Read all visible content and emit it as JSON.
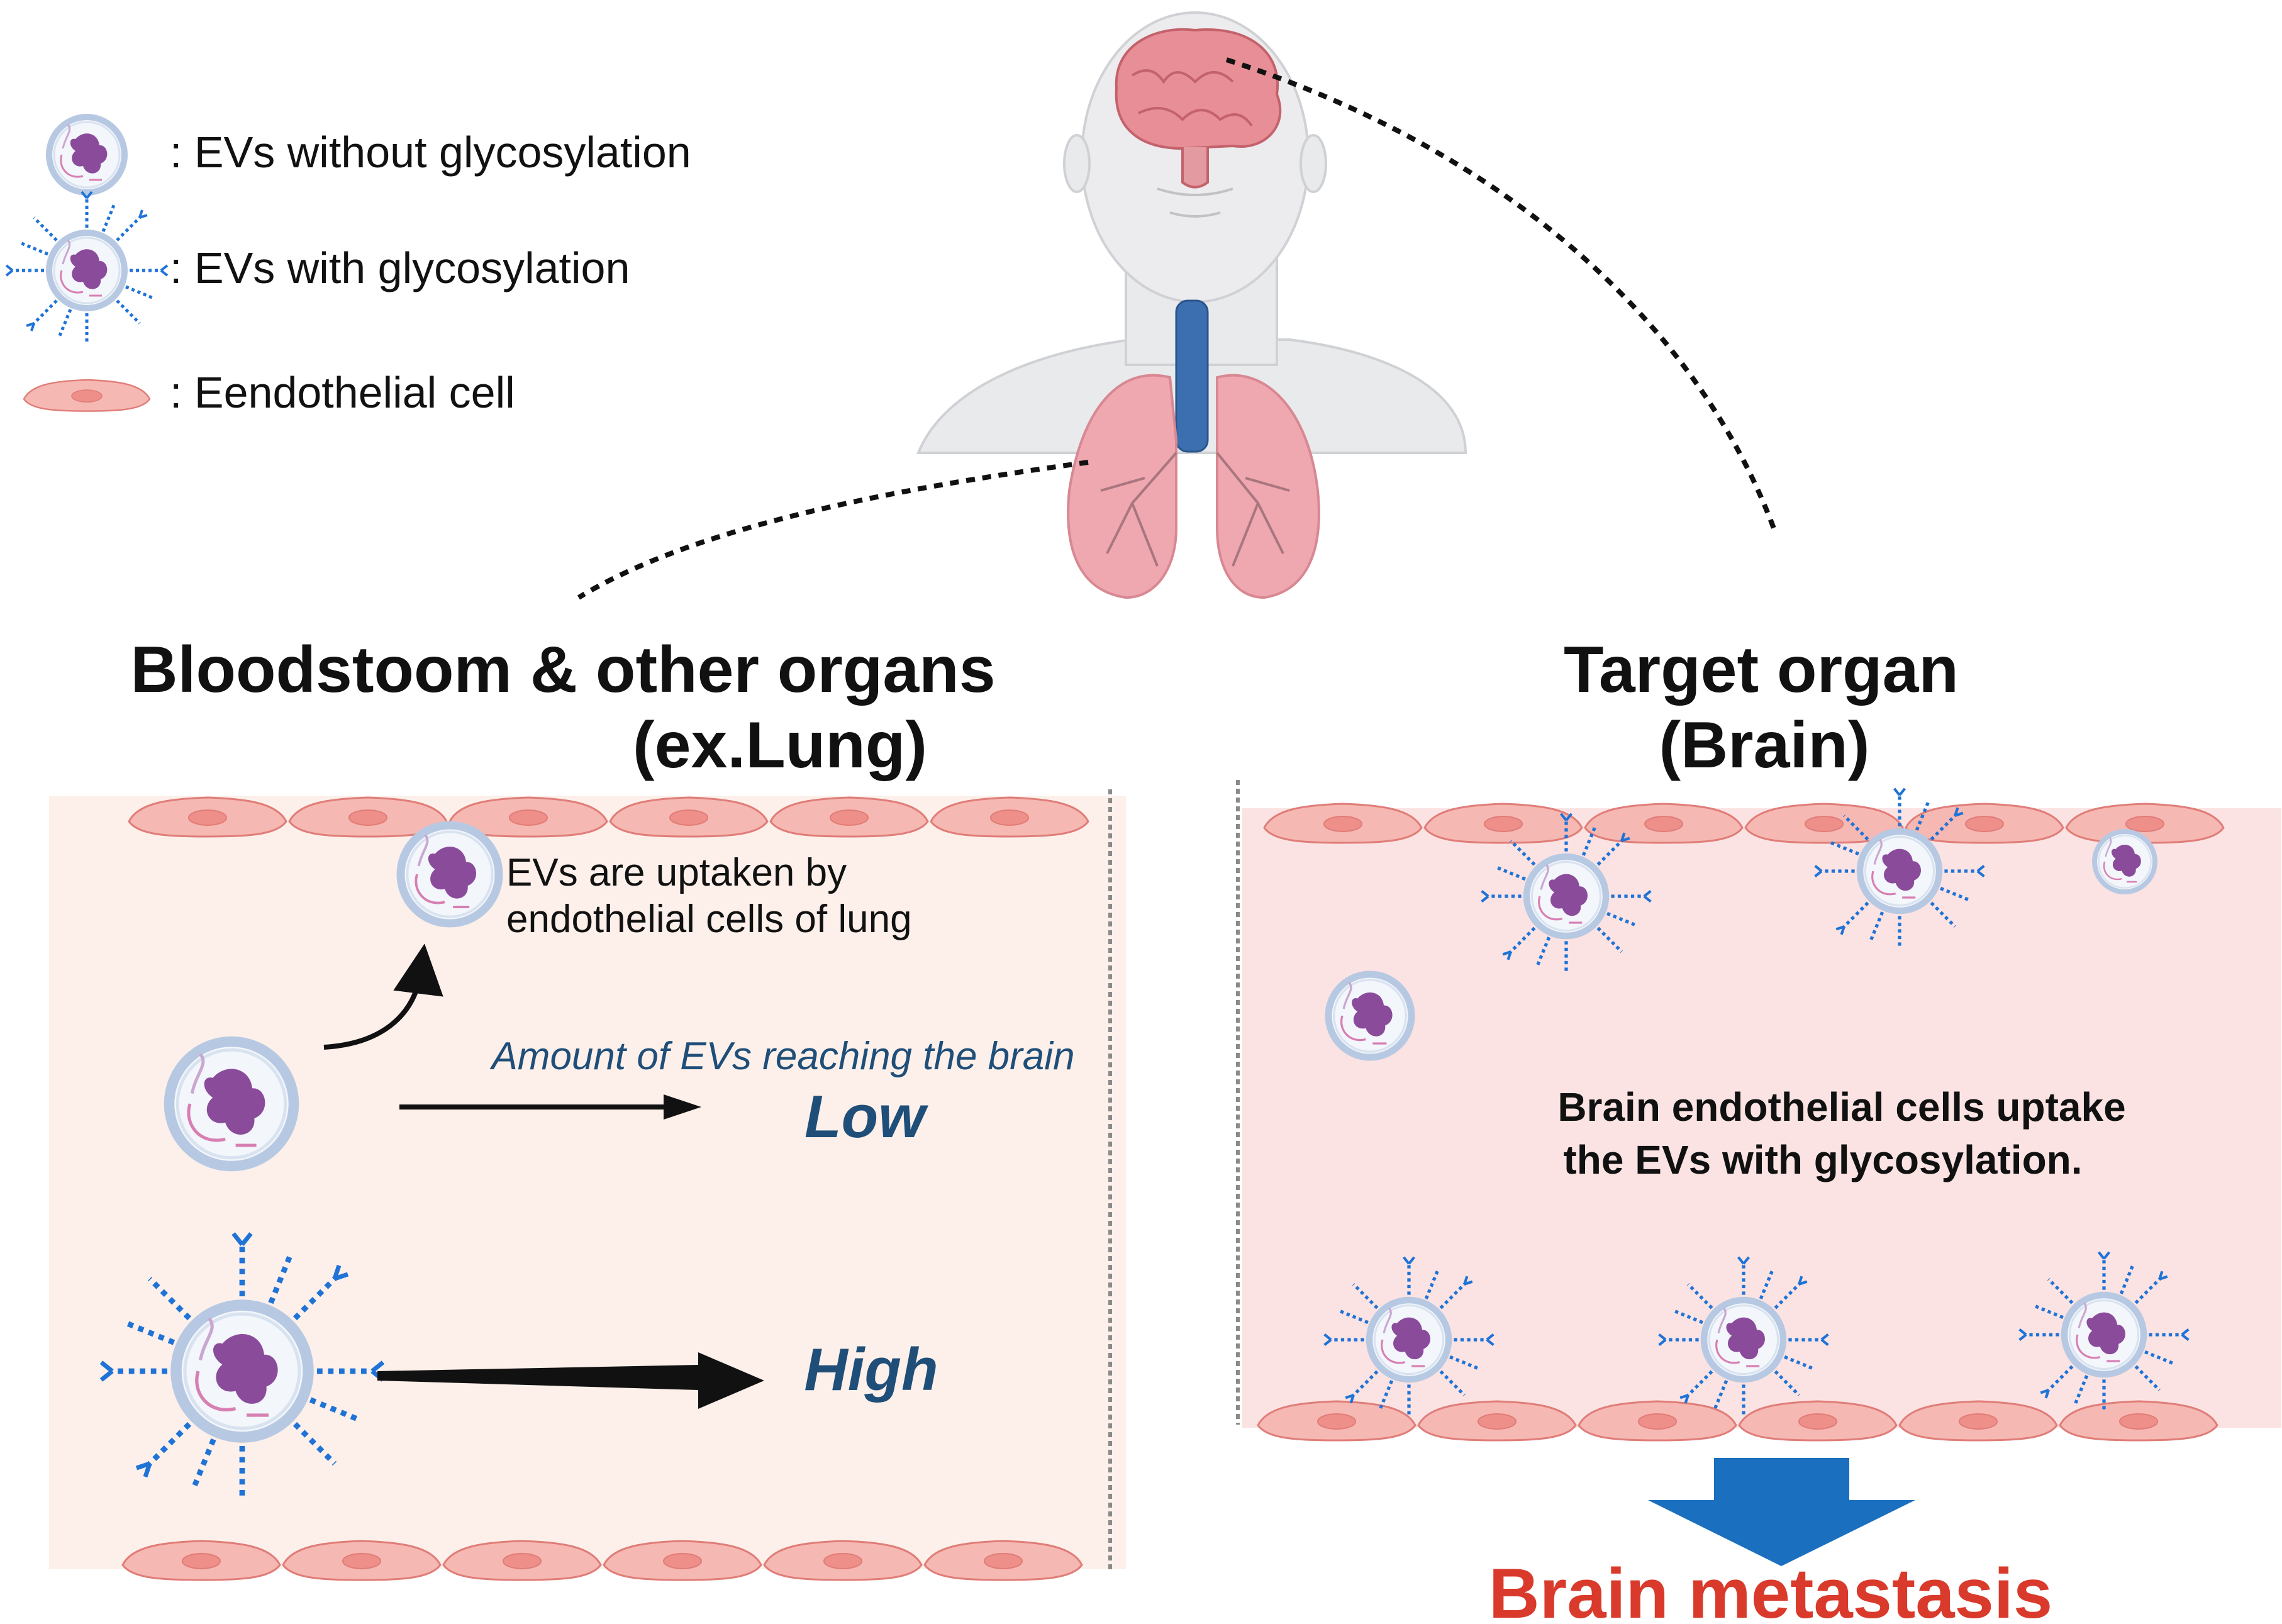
{
  "legend": {
    "items": [
      {
        "label": ": EVs without glycosylation",
        "icon": "ev-plain-icon"
      },
      {
        "label": ": EVs with glycosylation",
        "icon": "ev-glycosylated-icon"
      },
      {
        "label": ": Eendothelial cell",
        "icon": "endothelial-cell-icon"
      }
    ]
  },
  "left_panel": {
    "title_line1": "Bloodstoom & other organs",
    "title_line2": "(ex.Lung)",
    "uptake_note_line1": "EVs are uptaken by",
    "uptake_note_line2": "endothelial cells of lung",
    "amount_label": "Amount of EVs reaching the brain",
    "low_label": "Low",
    "high_label": "High"
  },
  "right_panel": {
    "title_line1": "Target organ",
    "title_line2": "(Brain)",
    "note_line1": "Brain endothelial cells uptake",
    "note_line2": "the EVs with glycosylation."
  },
  "outcome": {
    "label": "Brain metastasis"
  },
  "colors": {
    "title_text": "#111111",
    "blue_italic": "#1f4e79",
    "outcome_red": "#d93a2b",
    "down_arrow_blue": "#1a6fbf",
    "left_panel_bg": "#fdf0ea",
    "right_panel_bg": "#fbe3e3",
    "cell_fill": "#f6b8b3",
    "cell_stroke": "#e07d78",
    "nucleus": "#ee8f8a",
    "ev_ring": "#b7c9e2",
    "ev_cargo": "#8b4b9b",
    "glycan": "#1f73d6",
    "lung_pink": "#efa7b0",
    "brain_pink": "#e88e96",
    "trachea_blue": "#3b6fb0",
    "head_gray": "#e9eaec"
  }
}
